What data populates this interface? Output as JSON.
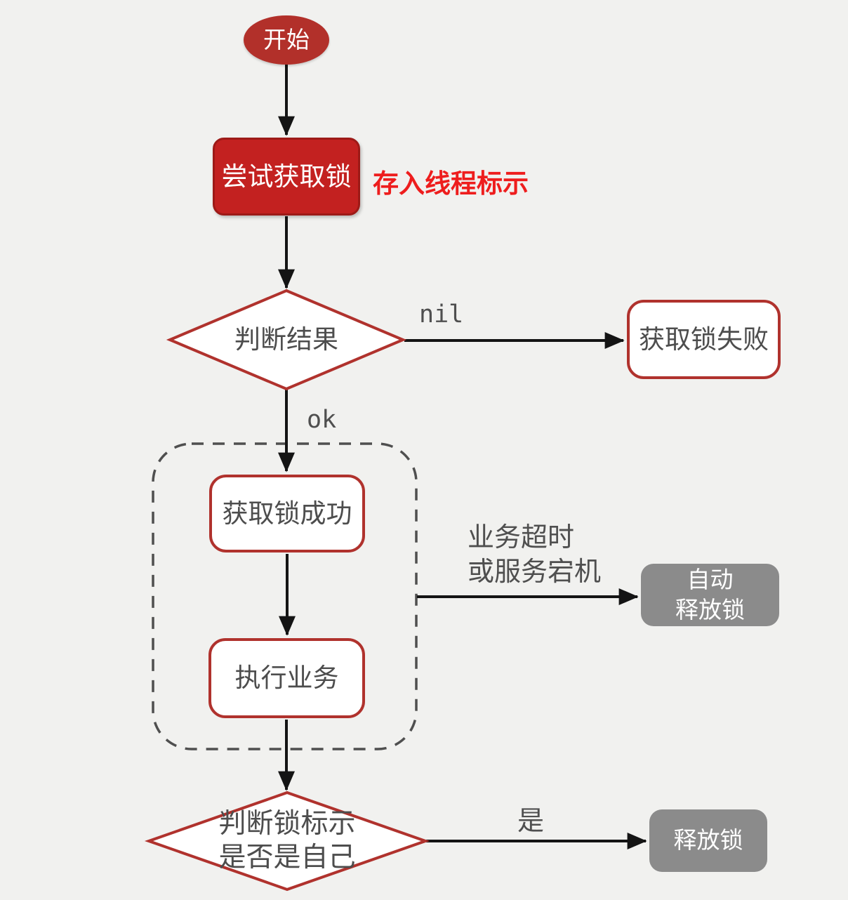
{
  "diagram": {
    "title_hint": "redis-distributed-lock-flowchart",
    "background": "#f1f1ef",
    "colors": {
      "brand_red_fill": "#c32120",
      "start_red_fill": "#b2302a",
      "node_border_red": "#b0322d",
      "annotation_red": "#ee1d1d",
      "gray_node_fill": "#8b8b8b",
      "text_gray": "#4d4d4d",
      "arrow_black": "#141414"
    }
  },
  "nodes": {
    "start": {
      "label": "开始"
    },
    "try_lock": {
      "label": "尝试获取锁"
    },
    "judge_result": {
      "label": "判断结果"
    },
    "lock_failed": {
      "label": "获取锁失败"
    },
    "lock_success": {
      "label": "获取锁成功"
    },
    "exec_business": {
      "label": "执行业务"
    },
    "auto_release": {
      "line1": "自动",
      "line2": "释放锁"
    },
    "judge_owner": {
      "line1": "判断锁标示",
      "line2": "是否是自己"
    },
    "release_lock": {
      "label": "释放锁"
    }
  },
  "annotations": {
    "store_thread_id": "存入线程标示"
  },
  "edge_labels": {
    "nil": "nil",
    "ok": "ok",
    "timeout_line1": "业务超时",
    "timeout_line2": "或服务宕机",
    "yes": "是"
  }
}
